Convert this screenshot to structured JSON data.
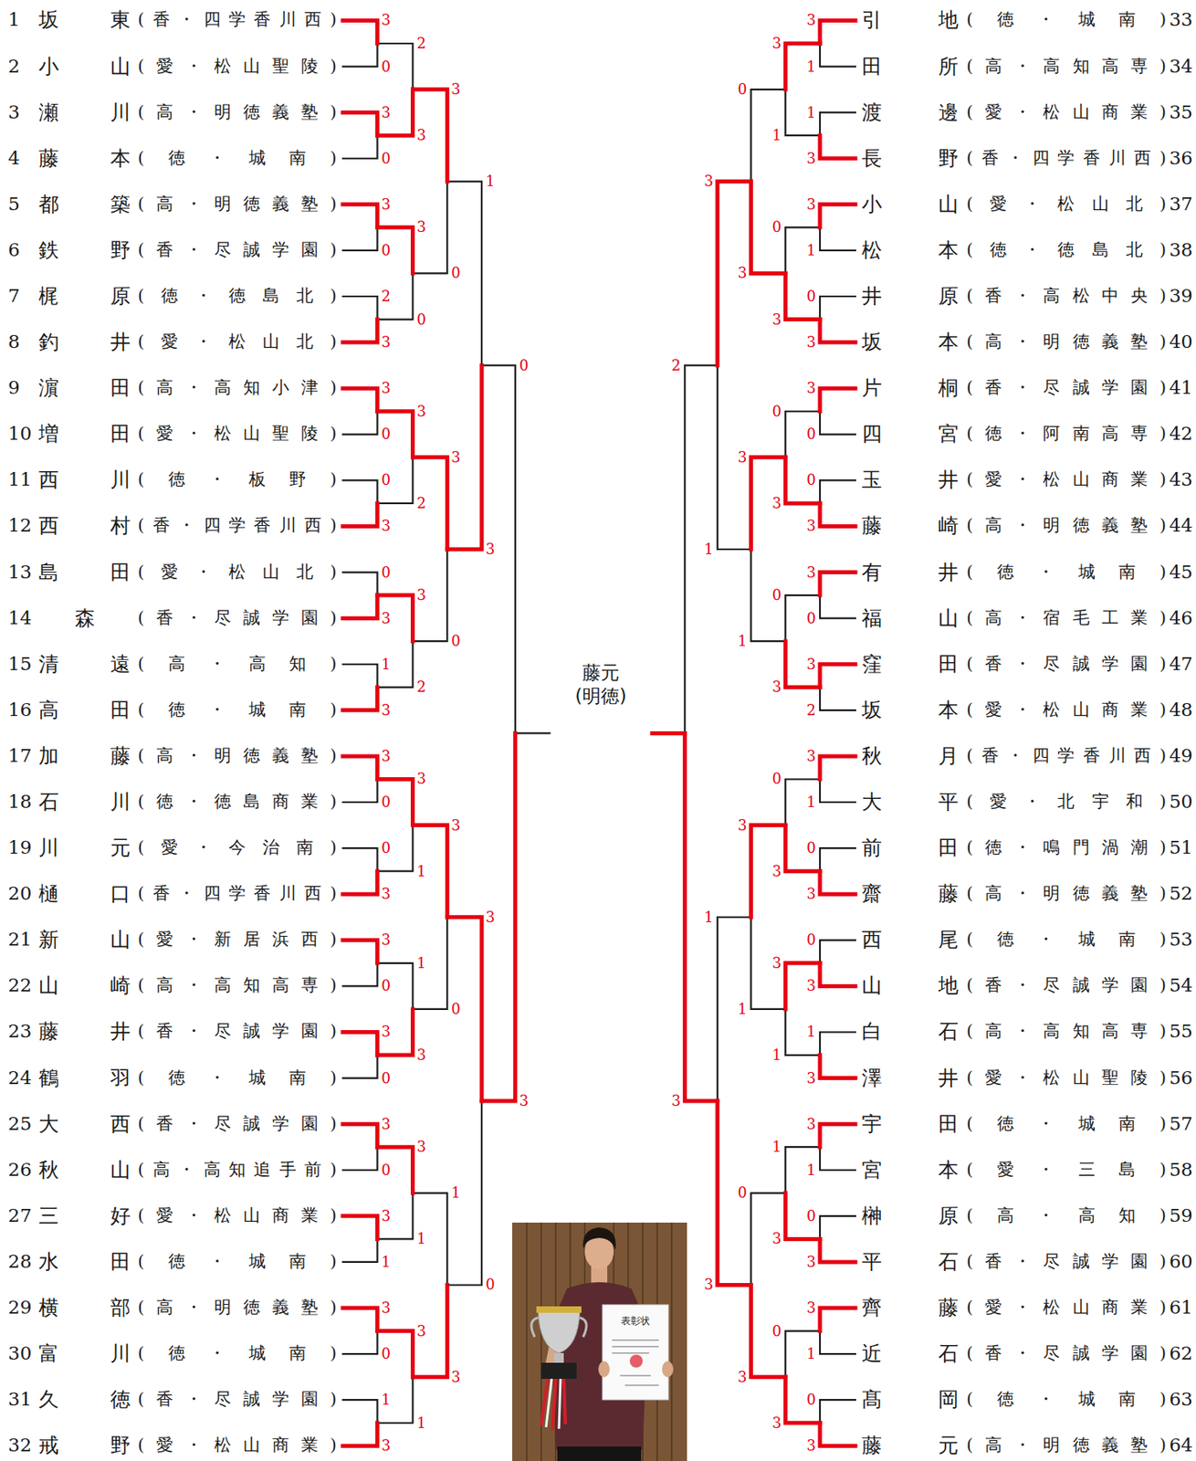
{
  "diagram": {
    "labels": [
      "1",
      "坂東",
      "(香・四学香川西)",
      "2",
      "小山",
      "(愛・松山聖陵)",
      "3",
      "瀬川",
      "(高・明徳義塾)",
      "4",
      "藤本",
      "(徳・城南)",
      "5",
      "都築",
      "(高・明徳義塾)",
      "6",
      "鉄野",
      "(香・尽誠学園)",
      "7",
      "梶原",
      "(徳・徳島北)",
      "8",
      "釣井",
      "(愛・松山北)",
      "9",
      "濵田",
      "(高・高知小津)",
      "10",
      "増田",
      "(愛・松山聖陵)",
      "11",
      "西川",
      "(徳・板野)",
      "12",
      "西村",
      "(香・四学香川西)",
      "13",
      "島田",
      "(愛・松山北)",
      "14",
      "森",
      "(香・尽誠学園)",
      "15",
      "清遠",
      "(高・高知)",
      "16",
      "高田",
      "(徳・城南)",
      "17",
      "加藤",
      "(高・明徳義塾)",
      "18",
      "石川",
      "(徳・徳島商業)",
      "19",
      "川元",
      "(愛・今治南)",
      "20",
      "樋口",
      "(香・四学香川西)",
      "21",
      "新山",
      "(愛・新居浜西)",
      "22",
      "山崎",
      "(高・高知高専)",
      "23",
      "藤井",
      "(香・尽誠学園)",
      "24",
      "鶴羽",
      "(徳・城南)",
      "25",
      "大西",
      "(香・尽誠学園)",
      "26",
      "秋山",
      "(高・高知追手前)",
      "27",
      "三好",
      "(愛・松山商業)",
      "28",
      "水田",
      "(徳・城南)",
      "29",
      "横部",
      "(高・明徳義塾)",
      "30",
      "富川",
      "(徳・城南)",
      "31",
      "久徳",
      "(香・尽誠学園)",
      "32",
      "戒野",
      "(愛・松山商業)",
      "引地",
      "(徳・城南)",
      "33",
      "田所",
      "(高・高知高専)",
      "34",
      "渡邊",
      "(愛・松山商業)",
      "35",
      "長野",
      "(香・四学香川西)",
      "36",
      "小山",
      "(愛・松山北)",
      "37",
      "松本",
      "(徳・徳島北)",
      "38",
      "井原",
      "(香・高松中央)",
      "39",
      "坂本",
      "(高・明徳義塾)",
      "40",
      "片桐",
      "(香・尽誠学園)",
      "41",
      "四宮",
      "(徳・阿南高専)",
      "42",
      "玉井",
      "(愛・松山商業)",
      "43",
      "藤崎",
      "(高・明徳義塾)",
      "44",
      "有井",
      "(徳・城南)",
      "45",
      "福山",
      "(高・宿毛工業)",
      "46",
      "窪田",
      "(香・尽誠学園)",
      "47",
      "坂本",
      "(愛・松山商業)",
      "48",
      "秋月",
      "(香・四学香川西)",
      "49",
      "大平",
      "(愛・北宇和)",
      "50",
      "前田",
      "(徳・鳴門渦潮)",
      "51",
      "齋藤",
      "(高・明徳義塾)",
      "52",
      "西尾",
      "(徳・城南)",
      "53",
      "山地",
      "(香・尽誠学園)",
      "54",
      "白石",
      "(高・高知高専)",
      "55",
      "澤井",
      "(愛・松山聖陵)",
      "56",
      "宇田",
      "(徳・城南)",
      "57",
      "宮本",
      "(愛・三島)",
      "58",
      "榊原",
      "(高・高知)",
      "59",
      "平石",
      "(香・尽誠学園)",
      "60",
      "齊藤",
      "(愛・松山商業)",
      "61",
      "近石",
      "(香・尽誠学園)",
      "62",
      "髙岡",
      "(徳・城南)",
      "63",
      "藤元",
      "(高・明徳義塾)",
      "64",
      "3",
      "0",
      "3",
      "0",
      "3",
      "0",
      "2",
      "3",
      "3",
      "0",
      "0",
      "3",
      "0",
      "3",
      "1",
      "3",
      "3",
      "0",
      "0",
      "3",
      "3",
      "0",
      "3",
      "0",
      "3",
      "0",
      "3",
      "1",
      "3",
      "0",
      "1",
      "3",
      "2",
      "3",
      "3",
      "0",
      "3",
      "2",
      "3",
      "2",
      "3",
      "1",
      "1",
      "3",
      "3",
      "1",
      "3",
      "1",
      "3",
      "0",
      "3",
      "0",
      "3",
      "0",
      "1",
      "3",
      "1",
      "3",
      "3",
      "0",
      "0",
      "3",
      "3",
      "1",
      "1",
      "3",
      "3",
      "1",
      "0",
      "3",
      "3",
      "0",
      "0",
      "3",
      "3",
      "0",
      "3",
      "2",
      "3",
      "1",
      "0",
      "3",
      "0",
      "3",
      "1",
      "3",
      "3",
      "1",
      "0",
      "3",
      "3",
      "1",
      "0",
      "3",
      "3",
      "1",
      "0",
      "3",
      "0",
      "3",
      "0",
      "3",
      "0",
      "3",
      "3",
      "1",
      "1",
      "3",
      "0",
      "3",
      "0",
      "3",
      "3",
      "1",
      "3",
      "1",
      "0",
      "3",
      "3",
      "1",
      "1",
      "3",
      "2",
      "3",
      "藤元 (明徳)",
      "表彰状"
    ]
  }
}
